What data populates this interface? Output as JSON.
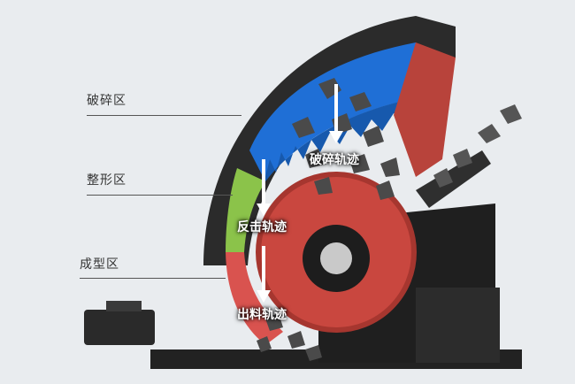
{
  "labels": {
    "zones": [
      {
        "key": "crushing",
        "text": "破碎区"
      },
      {
        "key": "shaping",
        "text": "整形区"
      },
      {
        "key": "forming",
        "text": "成型区"
      }
    ],
    "tracks": [
      {
        "key": "crushing-track",
        "text": "破碎轨迹"
      },
      {
        "key": "rebound-track",
        "text": "反击轨迹"
      },
      {
        "key": "discharge-track",
        "text": "出料轨迹"
      }
    ]
  },
  "colors": {
    "background": "#e9ecef",
    "frame": "#2b2b2b",
    "crushing_zone": "#1f6fd6",
    "shaping_zone": "#8bc34a",
    "forming_zone": "#d9534f",
    "rotor": "#c9473f",
    "liner": "#b8433b",
    "rock": "#4a4a4a"
  }
}
